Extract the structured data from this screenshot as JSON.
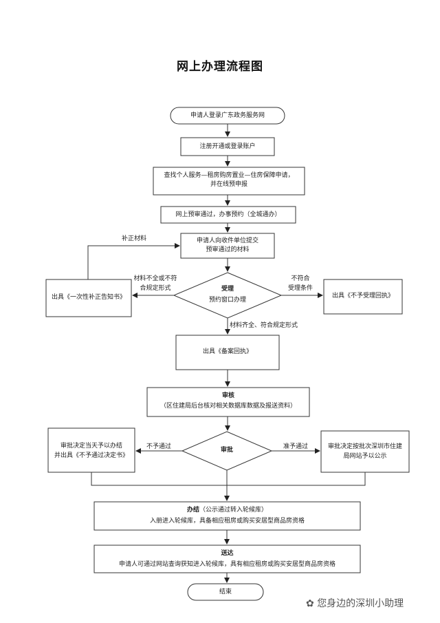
{
  "title": "网上办理流程图",
  "nodes": {
    "start": "申请人登录广东政务服务网",
    "register": "注册开通或登录账户",
    "find_line1": "查找个人服务—租房购房置业—住房保障申请，",
    "find_line2": "并在线预申报",
    "prereview": "网上预审通过，办事预约（全城通办）",
    "submit_line1": "申请人向收件单位提交",
    "submit_line2": "预审通过的材料",
    "accept_title": "受理",
    "accept_sub": "预约窗口办理",
    "notice_supplement": "出具《一次性补正告知书》",
    "notice_reject": "出具《不予受理回执》",
    "filing_receipt": "出具《备案回执》",
    "review_title": "审核",
    "review_sub": "（区住建局后台核对相关数据库数据及报送资料）",
    "approval": "审批",
    "deny_line1": "审批决定当天予以办结",
    "deny_line2": "并出具《不予通过决定书》",
    "approve_line1": "审批决定按批次深圳市住建",
    "approve_line2": "局网站予以公示",
    "complete_title": "办结",
    "complete_title_sub": "（公示通过转入轮候库）",
    "complete_sub": "入册进入轮候库，具备相应租房或购买安居型商品房资格",
    "deliver_title": "送达",
    "deliver_sub": "申请人可通过网站查询获知进入轮候库，具有相应租房或购买安居型商品房资格",
    "end": "结束"
  },
  "edge_labels": {
    "supplement_material": "补正材料",
    "incomplete_line1": "材料不全或不符",
    "incomplete_line2": "合规定形式",
    "not_meet_line1": "不符合",
    "not_meet_line2": "受理条件",
    "complete_material": "材料齐全、符合规定形式",
    "not_pass": "不予通过",
    "pass": "准予通过"
  },
  "watermark": "您身边的深圳小助理"
}
